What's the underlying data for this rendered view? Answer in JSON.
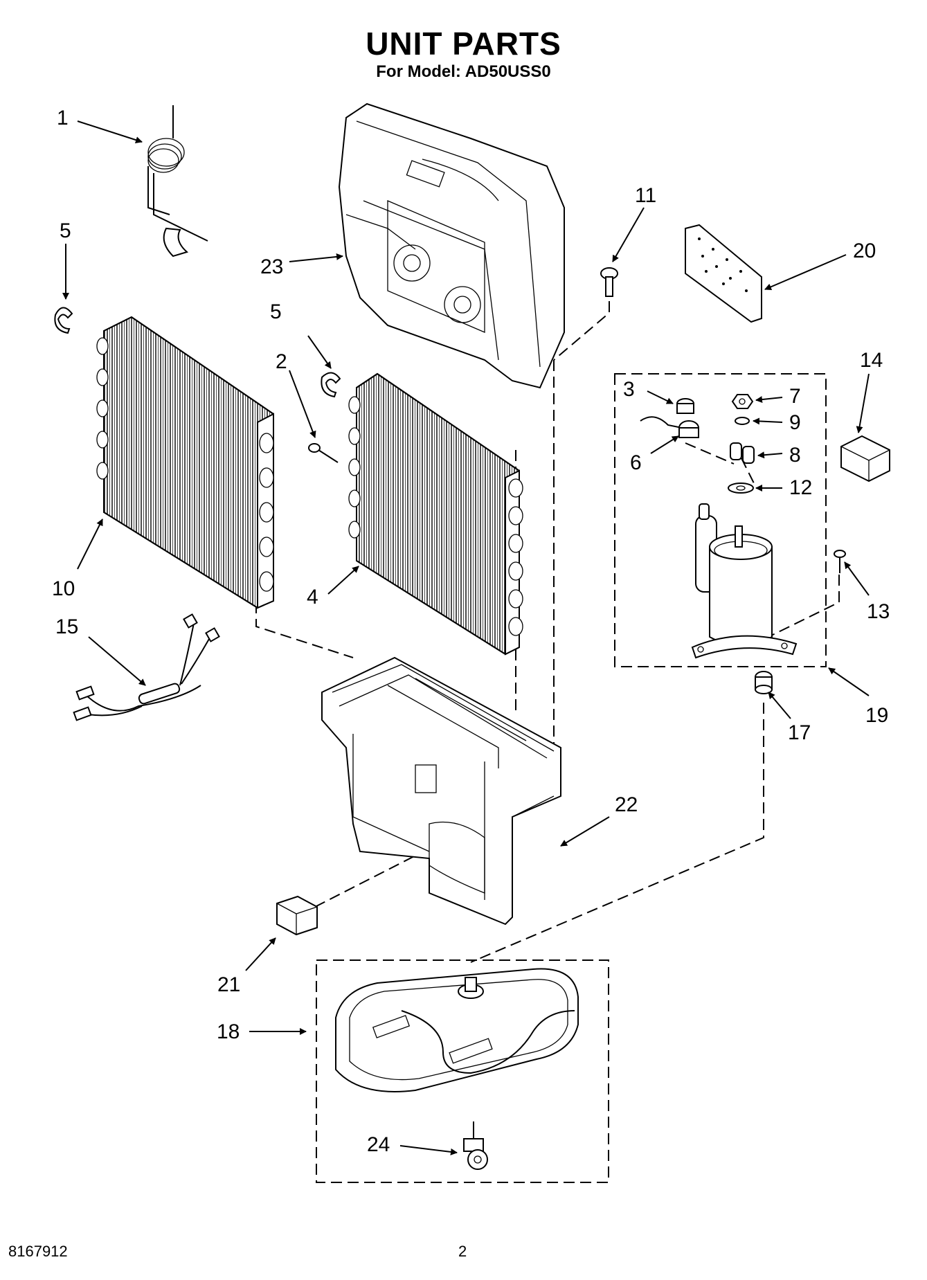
{
  "header": {
    "title": "UNIT PARTS",
    "subtitle": "For Model: AD50USS0"
  },
  "footer": {
    "doc_number": "8167912",
    "page_number": "2"
  },
  "callouts": [
    {
      "id": "c1",
      "label": "1"
    },
    {
      "id": "c2",
      "label": "2"
    },
    {
      "id": "c3",
      "label": "3"
    },
    {
      "id": "c4",
      "label": "4"
    },
    {
      "id": "c5a",
      "label": "5"
    },
    {
      "id": "c5b",
      "label": "5"
    },
    {
      "id": "c6",
      "label": "6"
    },
    {
      "id": "c7",
      "label": "7"
    },
    {
      "id": "c8",
      "label": "8"
    },
    {
      "id": "c9",
      "label": "9"
    },
    {
      "id": "c10",
      "label": "10"
    },
    {
      "id": "c11",
      "label": "11"
    },
    {
      "id": "c12",
      "label": "12"
    },
    {
      "id": "c13",
      "label": "13"
    },
    {
      "id": "c14",
      "label": "14"
    },
    {
      "id": "c15",
      "label": "15"
    },
    {
      "id": "c17",
      "label": "17"
    },
    {
      "id": "c18",
      "label": "18"
    },
    {
      "id": "c19",
      "label": "19"
    },
    {
      "id": "c20",
      "label": "20"
    },
    {
      "id": "c21",
      "label": "21"
    },
    {
      "id": "c22",
      "label": "22"
    },
    {
      "id": "c23",
      "label": "23"
    },
    {
      "id": "c24",
      "label": "24"
    }
  ]
}
